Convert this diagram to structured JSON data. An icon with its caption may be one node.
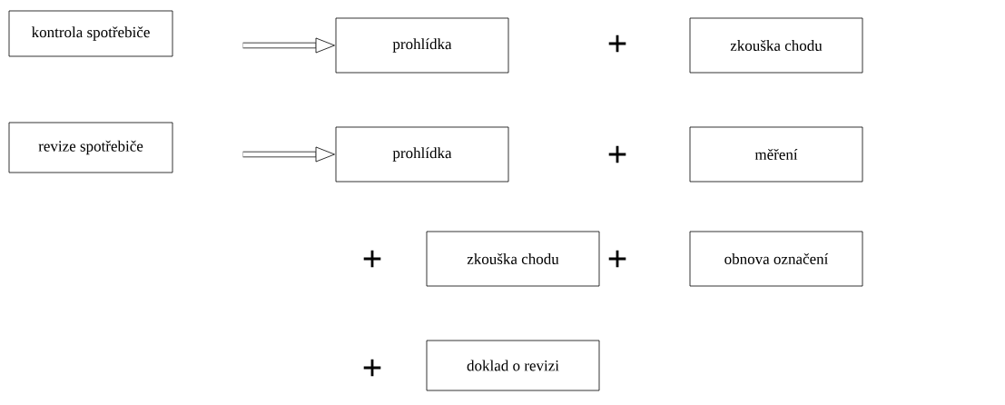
{
  "diagram": {
    "nodes": [
      {
        "text": [
          "kontrola spotřebiče"
        ]
      },
      {
        "text": [
          "prohlídka"
        ]
      },
      {
        "text": [
          "zkouška chodu"
        ]
      },
      {
        "text": [
          "revize spotřebiče"
        ]
      },
      {
        "text": [
          "prohlídka"
        ]
      },
      {
        "text": [
          "měření"
        ]
      },
      {
        "text": [
          "zkouška chodu"
        ]
      },
      {
        "text": [
          "obnova označení"
        ]
      },
      {
        "text": [
          "doklad o revizi"
        ]
      }
    ],
    "edges": [
      {
        "from": null,
        "to": 1,
        "arrow": "to"
      },
      {
        "from": null,
        "to": 4,
        "arrow": "to"
      }
    ],
    "labels": [
      "+",
      "+",
      "+",
      "+",
      "+"
    ]
  }
}
